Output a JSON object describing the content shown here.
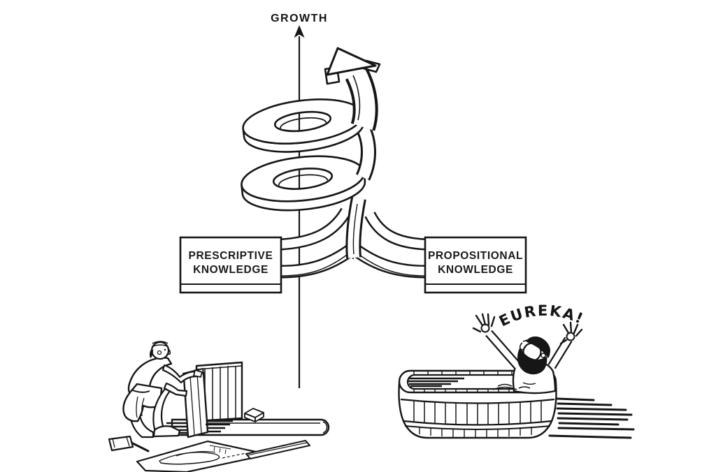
{
  "canvas": {
    "background": "#ffffff",
    "ink": "#161616"
  },
  "axis": {
    "label": "GROWTH"
  },
  "boxes": {
    "left": {
      "line1": "PRESCRIPTIVE",
      "line2": "KNOWLEDGE"
    },
    "right": {
      "line1": "PROPOSITIONAL",
      "line2": "KNOWLEDGE"
    }
  },
  "speech": {
    "eureka": "EUREKA!"
  },
  "illustrations": {
    "spiral": "helix-ribbon-arrow",
    "left_scene": "craftsman-building-planks",
    "right_scene": "archimedes-in-bathtub"
  }
}
